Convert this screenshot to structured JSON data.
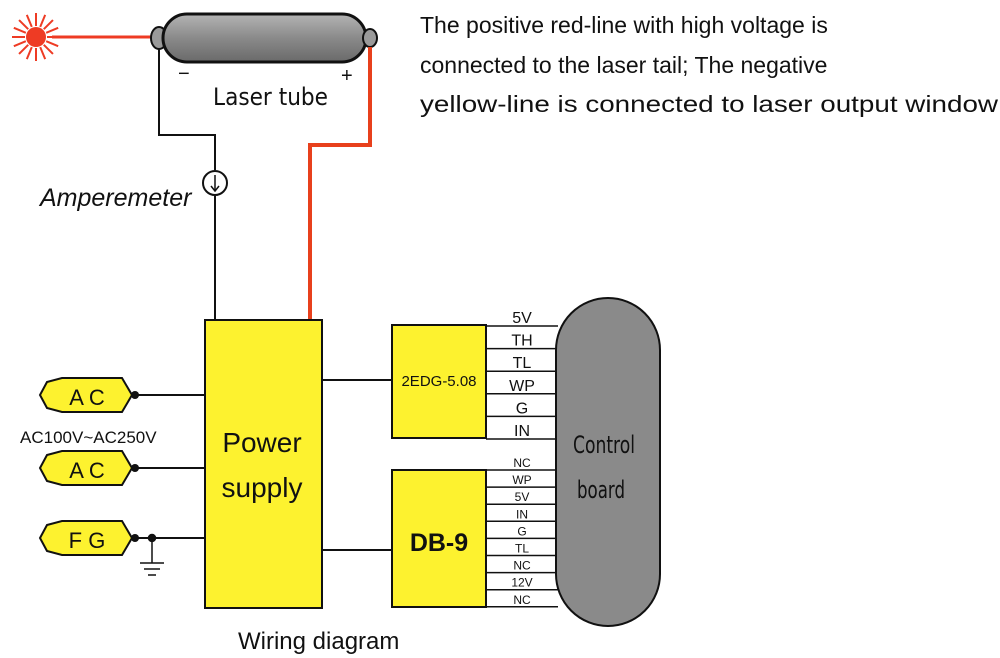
{
  "description_text": {
    "line1": "The positive red-line with high voltage is",
    "line2": "connected to the laser tail; The negative",
    "line3": "yellow-line is connected to laser output window"
  },
  "laser_tube": {
    "label": "Laser tube",
    "minus": "−",
    "plus": "+"
  },
  "amperemeter": {
    "label": "Amperemeter"
  },
  "power_supply": {
    "line1": "Power",
    "line2": "supply"
  },
  "inputs": {
    "ac1": "A C",
    "ac2": "A C",
    "fg": "F G",
    "voltage_range": "AC100V~AC250V"
  },
  "connector_2edg": {
    "label": "2EDG-5.08",
    "pins": [
      "5V",
      "TH",
      "TL",
      "WP",
      "G",
      "IN"
    ]
  },
  "connector_db9": {
    "label": "DB-9",
    "pins": [
      "NC",
      "WP",
      "5V",
      "IN",
      "G",
      "TL",
      "NC",
      "12V",
      "NC"
    ]
  },
  "control_board": {
    "line1": "Control",
    "line2": "board"
  },
  "caption": "Wiring diagram",
  "colors": {
    "high_voltage_wire": "#e8401c",
    "box_fill": "#fdf22f",
    "board_fill": "#8a8a8a",
    "tube_fill": "#8e8e8e",
    "laser_burst": "#ee3b24"
  }
}
